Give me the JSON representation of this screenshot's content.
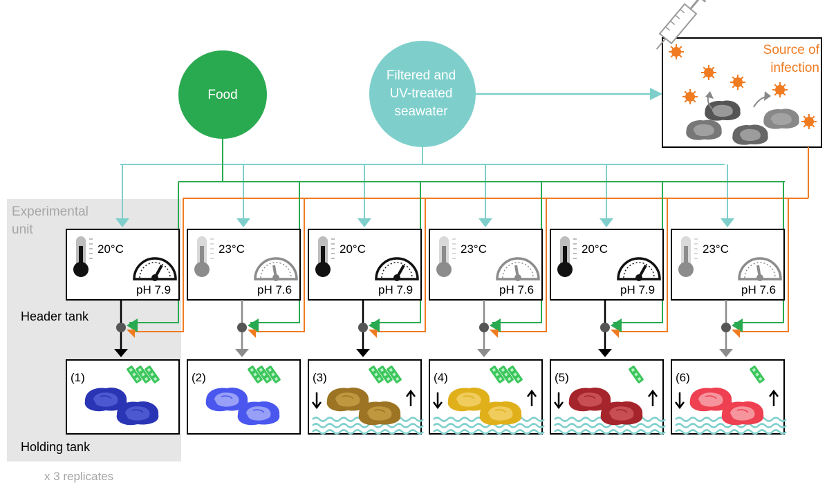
{
  "food_label": "Food",
  "seawater_label": [
    "Filtered and",
    "UV-treated",
    "seawater"
  ],
  "infection_label": [
    "Source of",
    "infection"
  ],
  "experimental_unit_label": [
    "Experimental",
    "unit"
  ],
  "header_tank_label": "Header tank",
  "holding_tank_label": "Holding tank",
  "replicates_label": "x 3 replicates",
  "colors": {
    "food": "#2aaa50",
    "seawater": "#7ecfcb",
    "infection": "#f07b21",
    "gray_panel": "#e6e6e6",
    "gray_label": "#a6a6a6"
  },
  "units": [
    {
      "number": "(1)",
      "temp": "20°C",
      "ph": "pH 7.9",
      "oyster_color": "#2a35b5",
      "oyster_light": "#5561d6",
      "water": false,
      "food_icons": 3
    },
    {
      "number": "(2)",
      "temp": "23°C",
      "ph": "pH 7.6",
      "oyster_color": "#4a57ee",
      "oyster_light": "#aab2f7",
      "water": false,
      "food_icons": 3
    },
    {
      "number": "(3)",
      "temp": "20°C",
      "ph": "pH 7.9",
      "oyster_color": "#9c7424",
      "oyster_light": "#c7a046",
      "water": true,
      "food_icons": 3
    },
    {
      "number": "(4)",
      "temp": "23°C",
      "ph": "pH 7.6",
      "oyster_color": "#e0b01b",
      "oyster_light": "#f4d36e",
      "water": true,
      "food_icons": 3
    },
    {
      "number": "(5)",
      "temp": "20°C",
      "ph": "pH 7.9",
      "oyster_color": "#a6242b",
      "oyster_light": "#cf5a5f",
      "water": true,
      "food_icons": 1
    },
    {
      "number": "(6)",
      "temp": "23°C",
      "ph": "pH 7.6",
      "oyster_color": "#ee4050",
      "oyster_light": "#f8a9b0",
      "water": true,
      "food_icons": 1
    }
  ]
}
